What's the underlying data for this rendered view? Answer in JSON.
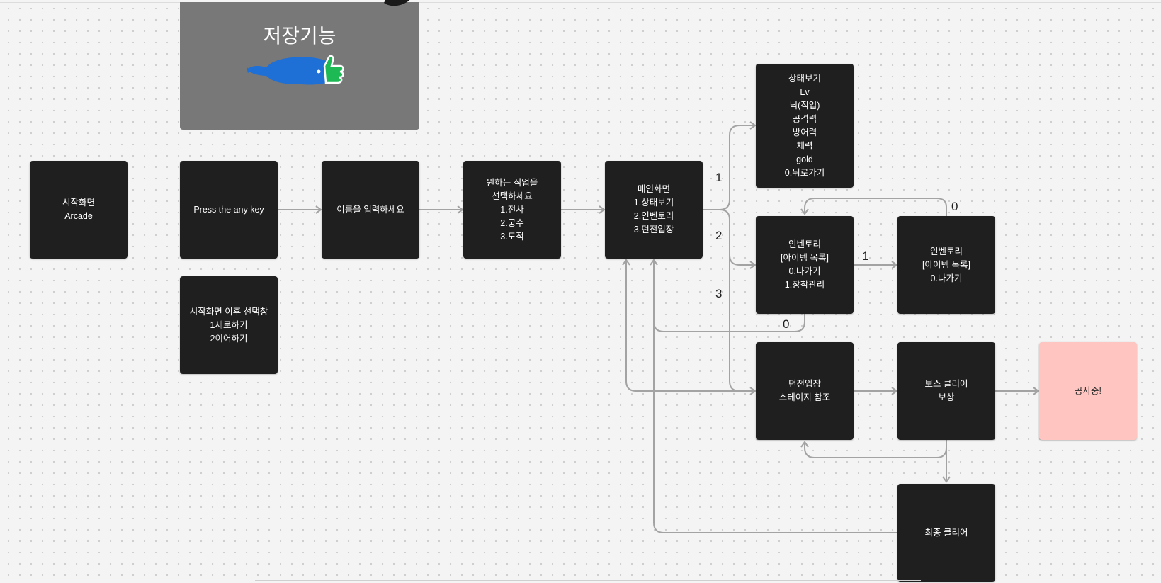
{
  "save_card": {
    "title": "저장기능"
  },
  "nodes": {
    "start": "시작화면\nArcade",
    "press_key": "Press the any key",
    "after_start": "시작화면 이후 선택창\n1새로하기\n2이어하기",
    "enter_name": "이름을 입력하세요",
    "choose_job": "원하는 직업을\n선택하세요\n1.전사\n2.궁수\n3.도적",
    "main": "메인화면\n1.상태보기\n2.인벤토리\n3.던전입장",
    "status": "상태보기\nLv\n닉(직업)\n공격력\n방어력\n체력\ngold\n0.뒤로가기",
    "inventory": "인벤토리\n[아이템 목록]\n0.나가기\n1.장착관리",
    "inventory_equip": "인벤토리\n[아이템 목록]\n0.나가기",
    "dungeon": "던전입장\n스테이지 참조",
    "boss_clear": "보스 클리어\n보상",
    "under_construction": "공사중!",
    "final_clear": "최종 클리어"
  },
  "edge_labels": {
    "to_status": "1",
    "to_inventory": "2",
    "to_dungeon": "3",
    "inventory_to_equip": "1",
    "equip_back": "0",
    "inventory_back": "0"
  },
  "colors": {
    "node_dark": "#1f1f1f",
    "node_pink": "#fec5c1",
    "connector": "#a3a3a3",
    "save_card": "#787878",
    "doodle_blue": "#1e6fd6",
    "doodle_green": "#1db954"
  },
  "icons": [
    "whale-doodle-icon",
    "thumbs-up-icon"
  ]
}
